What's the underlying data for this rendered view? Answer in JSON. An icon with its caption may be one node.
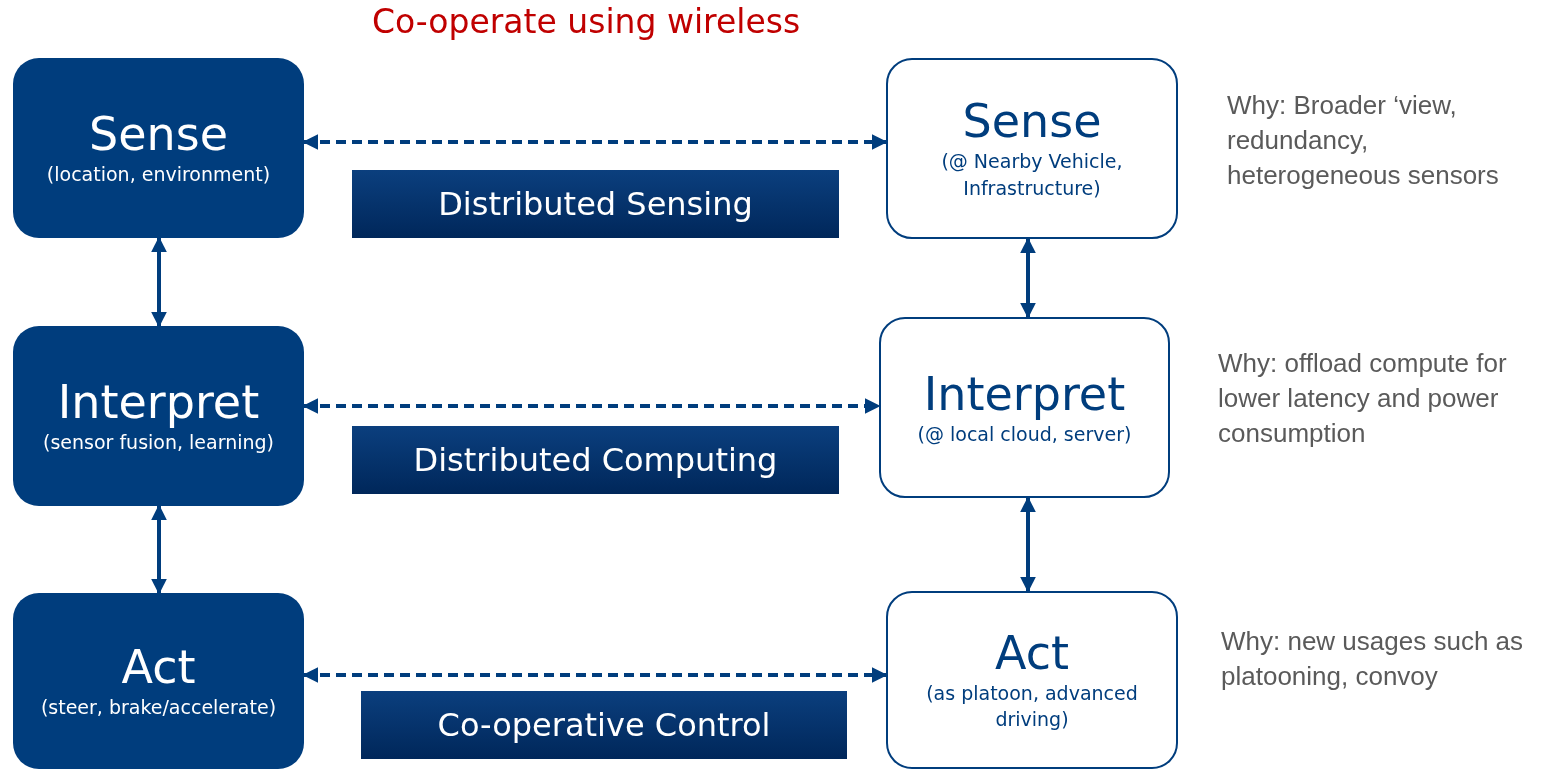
{
  "diagram": {
    "title": "Co-operate using wireless",
    "nodes": [
      {
        "text": [
          "Sense",
          "(location, environment)"
        ]
      },
      {
        "text": [
          "Interpret",
          "(sensor fusion, learning)"
        ]
      },
      {
        "text": [
          "Act",
          "(steer, brake/accelerate)"
        ]
      },
      {
        "text": [
          "Sense",
          "(@ Nearby Vehicle, Infrastructure)"
        ],
        "beside": [
          "Why:  Broader ‘view, redundancy, heterogeneous sensors"
        ]
      },
      {
        "text": [
          "Interpret",
          "(@ local cloud, server)"
        ],
        "beside": [
          "Why: offload compute for lower latency and power consumption"
        ]
      },
      {
        "text": [
          "Act",
          "(as platoon, advanced driving)"
        ],
        "beside": [
          "Why: new usages such as platooning, convoy"
        ]
      },
      {
        "text": [
          "Distributed Sensing"
        ]
      },
      {
        "text": [
          "Distributed Computing"
        ]
      },
      {
        "text": [
          "Co-operative Control"
        ]
      }
    ],
    "edges": [
      {
        "from": 0,
        "to": 1,
        "arrow": "both"
      },
      {
        "from": 1,
        "to": 2,
        "arrow": "both"
      },
      {
        "from": 3,
        "to": 4,
        "arrow": "both"
      },
      {
        "from": 4,
        "to": 5,
        "arrow": "both"
      },
      {
        "from": 0,
        "to": 3,
        "arrow": "both",
        "style": "dashed"
      },
      {
        "from": 1,
        "to": 4,
        "arrow": "both",
        "style": "dashed"
      },
      {
        "from": 2,
        "to": 5,
        "arrow": "both",
        "style": "dashed"
      }
    ]
  }
}
